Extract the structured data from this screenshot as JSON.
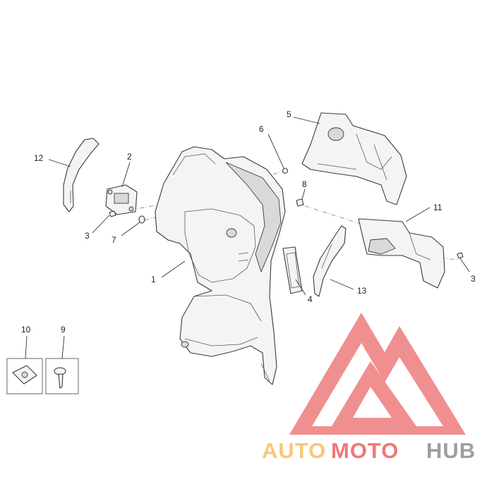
{
  "callouts": {
    "c1": "1",
    "c2": "2",
    "c3a": "3",
    "c3b": "3",
    "c4": "4",
    "c5": "5",
    "c6": "6",
    "c7": "7",
    "c8": "8",
    "c9": "9",
    "c10": "10",
    "c11": "11",
    "c12": "12",
    "c13": "13"
  },
  "watermark": {
    "part1": "AUTO",
    "part2": "MOTO",
    "part3": "HUB",
    "colors": {
      "logo": "#f08f8f",
      "auto": "#f7c87a",
      "moto": "#f07878",
      "hub": "#9e9e9e"
    }
  }
}
